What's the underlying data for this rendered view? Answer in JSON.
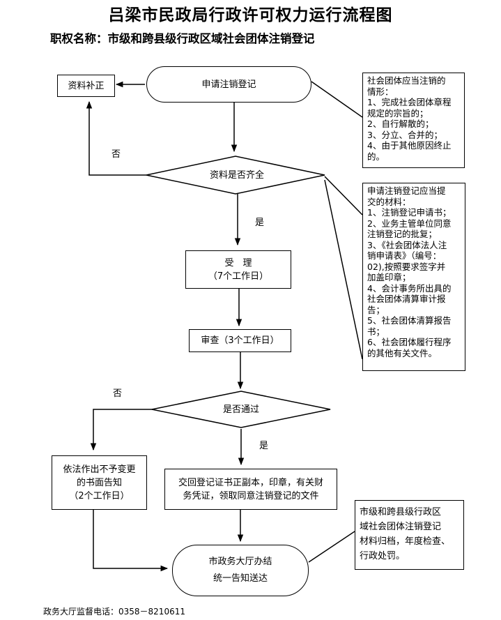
{
  "title": "吕梁市民政局行政许可权力运行流程图",
  "subtitle": "职权名称：市级和跨县级行政区域社会团体注销登记",
  "nodes": {
    "supplement": "资料补正",
    "apply": "申请注销登记",
    "complete_check": "资料是否齐全",
    "accept_line1": "受　理",
    "accept_line2": "（7个工作日）",
    "review": "审查（3个工作日）",
    "pass_check": "是否通过",
    "reject_line1": "依法作出不予变更",
    "reject_line2": "的书面告知",
    "reject_line3": "（2个工作日）",
    "issue_line1": "交回登记证书正副本，印章，有关财",
    "issue_line2": "务凭证，领取同意注销登记的文件",
    "end_line1": "市政务大厅办结",
    "end_line2": "统一告知送达"
  },
  "labels": {
    "no_1": "否",
    "yes_1": "是",
    "no_2": "否",
    "yes_2": "是"
  },
  "notes": {
    "note1": [
      "社会团体应当注销的",
      "情形：",
      "1、完成社会团体章程",
      "规定的宗旨的；",
      "2、自行解散的；",
      "3、分立、合并的；",
      "4、由于其他原因终止",
      "的。"
    ],
    "note2": [
      "申请注销登记应当提",
      "交的材料：",
      "1、注销登记申请书；",
      "2、业务主管单位同意",
      "注销登记的批复；",
      "3、《社会团体法人注",
      "销申请表》（编号：",
      "02),按照要求签字并",
      "加盖印章；",
      "4、会计事务所出具的",
      "社会团体清算审计报",
      "告；",
      "5、社会团体清算报告",
      "书；",
      "6、社会团体履行程序",
      "的其他有关文件。"
    ],
    "note3": [
      "市级和跨县级行政区",
      "域社会团体注销登记",
      "材料归档，年度检查、",
      "行政处罚。"
    ]
  },
  "footer": "政务大厅监督电话：0358－8210611"
}
